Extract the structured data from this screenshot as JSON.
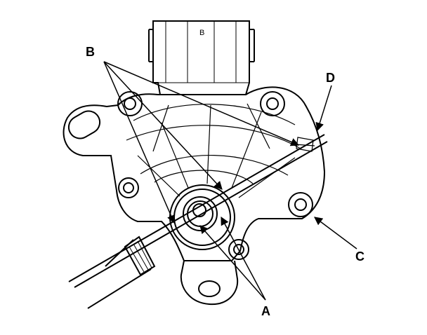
{
  "callouts": {
    "a": "A",
    "b": "B",
    "c": "C",
    "d": "D"
  },
  "connector_mark": "B",
  "colors": {
    "line": "#000000",
    "background": "#ffffff"
  }
}
